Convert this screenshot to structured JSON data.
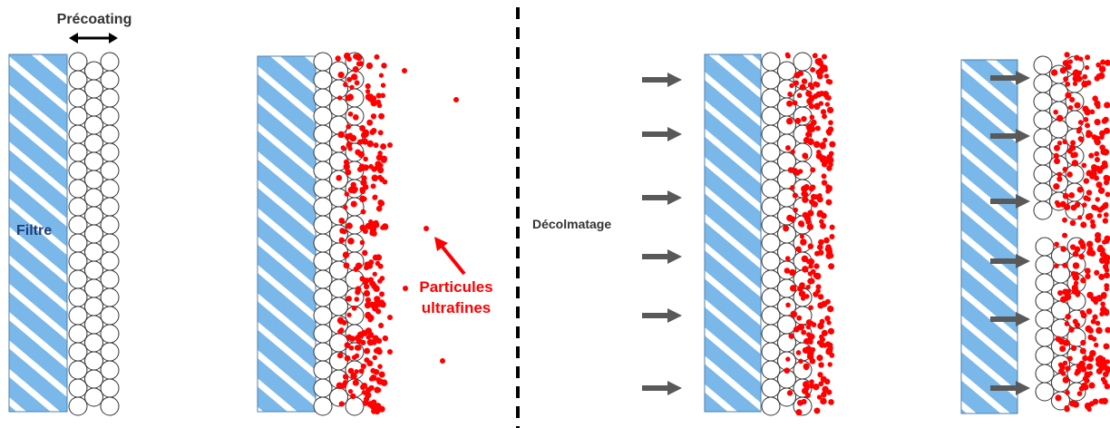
{
  "labels": {
    "precoating": "Précoating",
    "filtre": "Filtre",
    "particules_line1": "Particules",
    "particules_line2": "ultrafines",
    "decolmatage": "Décolmatage"
  },
  "colors": {
    "filter_fill": "#7ab8ea",
    "stripe": "#ffffff",
    "particle": "#ff0000",
    "arrow": "#595959",
    "filtre_text": "#1f3d7a",
    "particules_text": "#ff0000",
    "text": "#333333",
    "circle_stroke": "#333333"
  },
  "icons": [
    "double-arrow-icon",
    "gray-right-arrow-icon",
    "red-pointer-arrow-icon"
  ]
}
